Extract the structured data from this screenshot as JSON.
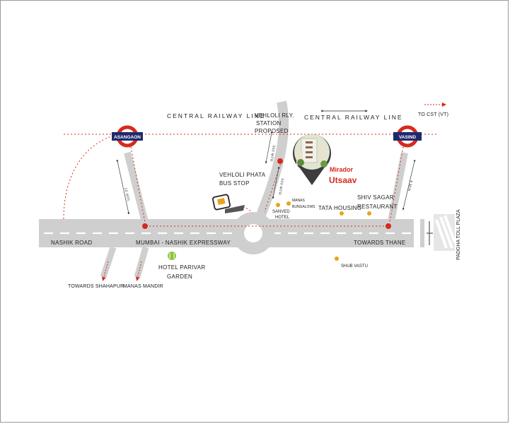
{
  "railway": {
    "line_left": "CENTRAL RAILWAY LINE",
    "line_right": "CENTRAL RAILWAY LINE",
    "to_cst": "TO CST (VT)"
  },
  "stations": {
    "asangaon": "ASANGAON",
    "vasind": "VASIND",
    "vehloli_line1": "VEHLOLI RLY.",
    "vehloli_line2": "STATION",
    "vehloli_line3": "PROPOSED"
  },
  "project": {
    "brand": "Mirador",
    "name": "Utsaav",
    "brand_color": "#d52b1e"
  },
  "roads": {
    "nashik_road": "NASHIK ROAD",
    "expressway": "MUMBAI - NASHIK EXPRESSWAY",
    "towards_thane": "TOWARDS THANE",
    "towards_shahapur": "TOWARDS SHAHAPUR",
    "manas_mandir": "MANAS MANDIR"
  },
  "landmarks": {
    "bus_stop_line1": "VEHLOLI PHATA",
    "bus_stop_line2": "BUS STOP",
    "hotel_line1": "HOTEL PARIVAR",
    "hotel_line2": "GARDEN",
    "manas_line1": "MANAS",
    "manas_line2": "BUNGALOWS",
    "sanved_line1": "SANVED",
    "sanved_line2": "HOTEL",
    "tata_housing": "TATA HOUSING",
    "shiv_sagar_line1": "SHIV SAGAR",
    "shiv_sagar_line2": "RESTAURANT",
    "shub_vastu": "SHUB VASTU",
    "toll_plaza": "PADGHA TOLL PLAZA"
  },
  "distances": {
    "asangaon": "10 MIN",
    "vehloli": "300 MTR",
    "project_road": "500 MTR",
    "vasind": "8 MIN"
  },
  "colors": {
    "road": "#cfcfcf",
    "rail_marker": "#d52b1e",
    "station_band": "#1f2a6d",
    "landmark_dot": "#e8a317",
    "hotel_icon": "#8cc63f"
  }
}
